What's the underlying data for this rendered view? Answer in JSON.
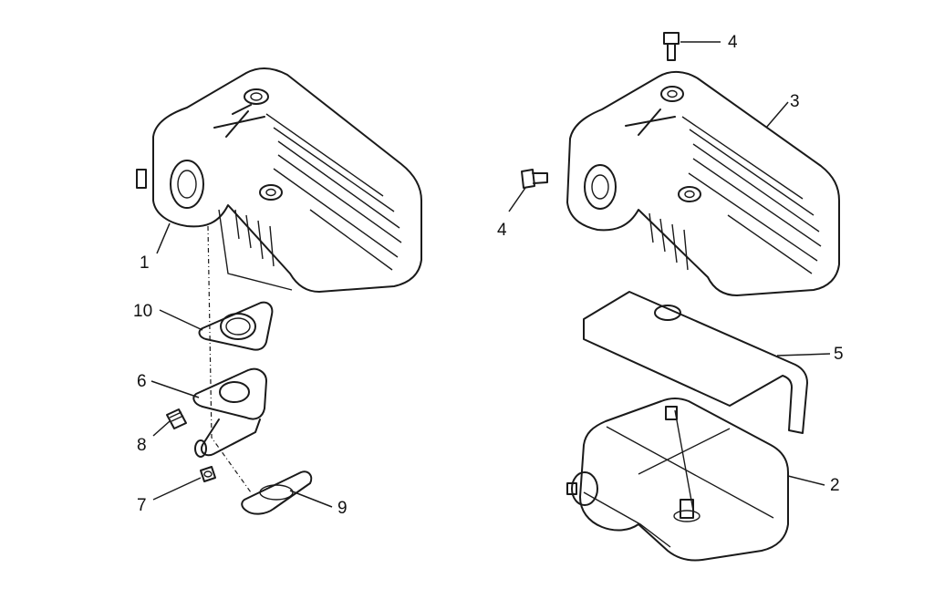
{
  "diagram": {
    "highlight_color": "#f2c12e",
    "line_color": "#1a1a1a",
    "background": "#ffffff",
    "callouts": [
      {
        "id": "c1",
        "label": "1"
      },
      {
        "id": "c10",
        "label": "10"
      },
      {
        "id": "c6",
        "label": "6"
      },
      {
        "id": "c8",
        "label": "8"
      },
      {
        "id": "c7",
        "label": "7"
      },
      {
        "id": "c9",
        "label": "9"
      },
      {
        "id": "c4a",
        "label": "4"
      },
      {
        "id": "c4b",
        "label": "4"
      },
      {
        "id": "c3",
        "label": "3"
      },
      {
        "id": "c5",
        "label": "5"
      },
      {
        "id": "c2",
        "label": "2"
      }
    ]
  }
}
